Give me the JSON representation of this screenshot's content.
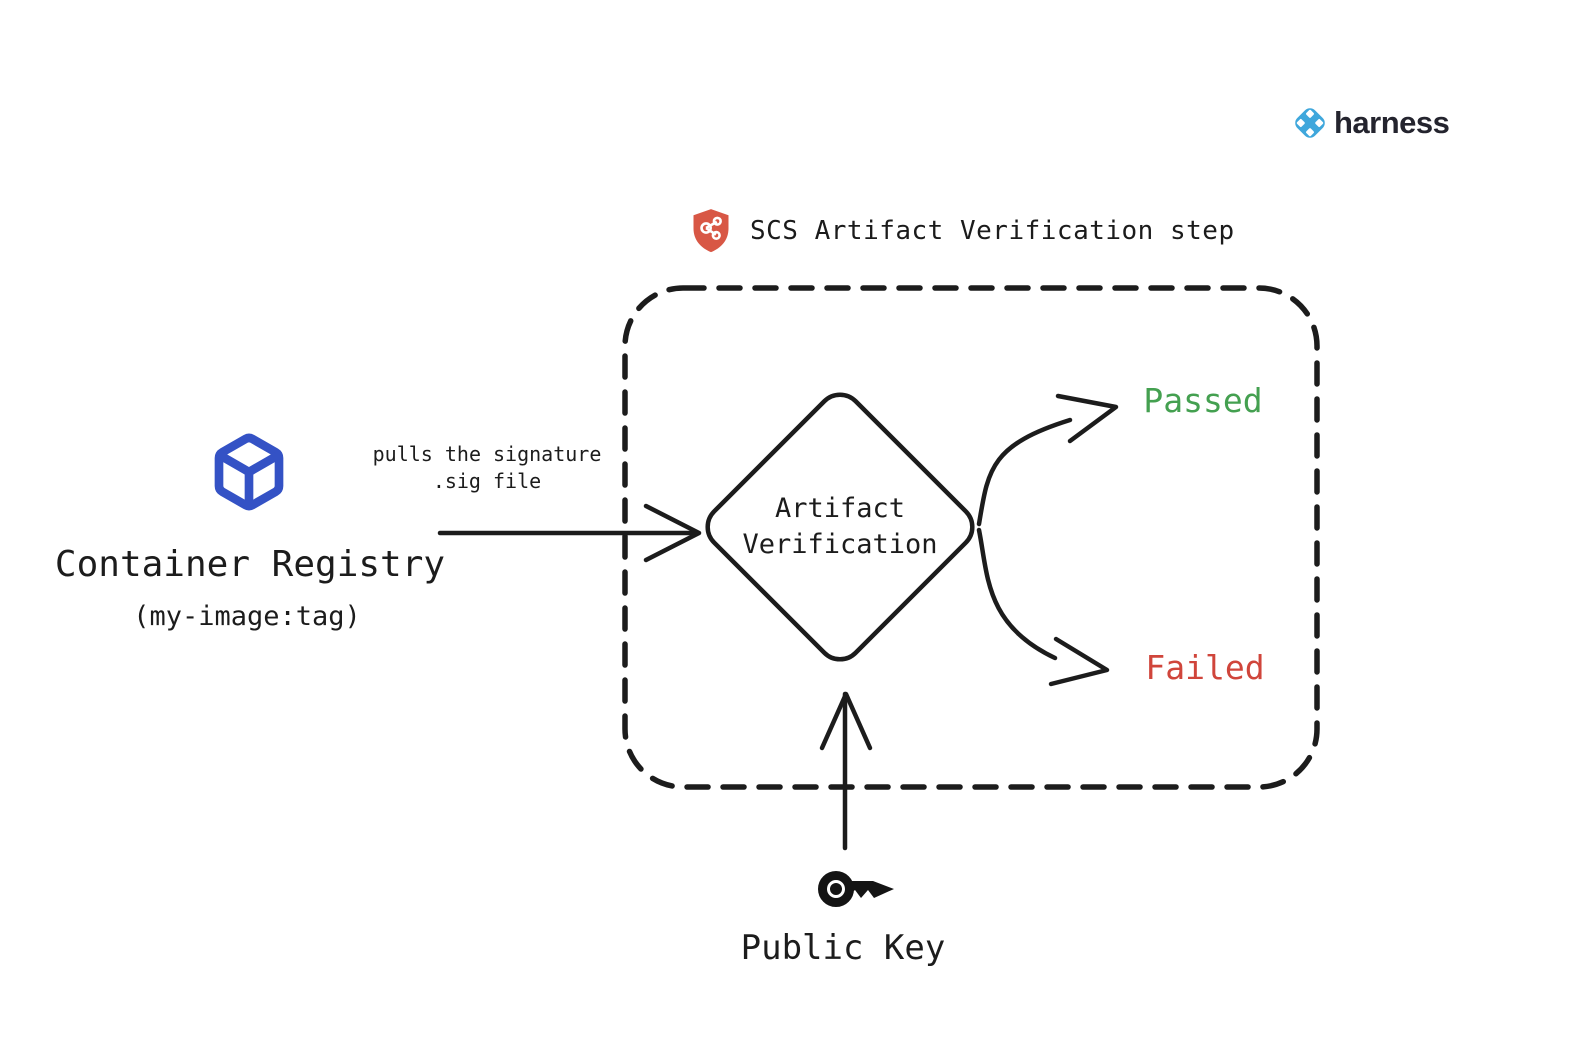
{
  "canvas": {
    "background": "#ffffff",
    "ink": "#1c1c1c"
  },
  "brand": {
    "name": "harness",
    "mark_icon": "harness-diamond-icon",
    "mark_color": "#3fa7dc",
    "text_color": "#24242e"
  },
  "step": {
    "title": "SCS Artifact Verification step",
    "icon": "shield-supply-chain-icon",
    "shield_color": "#d85745",
    "border_style": "dashed"
  },
  "nodes": {
    "registry": {
      "title": "Container Registry",
      "subtitle": "(my-image:tag)",
      "icon": "cube-icon",
      "icon_color": "#3452c5"
    },
    "decision": {
      "shape": "diamond",
      "label_line1": "Artifact",
      "label_line2": "Verification"
    },
    "public_key": {
      "label": "Public Key",
      "icon": "key-icon"
    }
  },
  "edges": {
    "pull": {
      "label_line1": "pulls the signature",
      "label_line2": ".sig file"
    },
    "passed": {
      "label": "Passed",
      "color": "#44a050"
    },
    "failed": {
      "label": "Failed",
      "color": "#d0453b"
    }
  }
}
